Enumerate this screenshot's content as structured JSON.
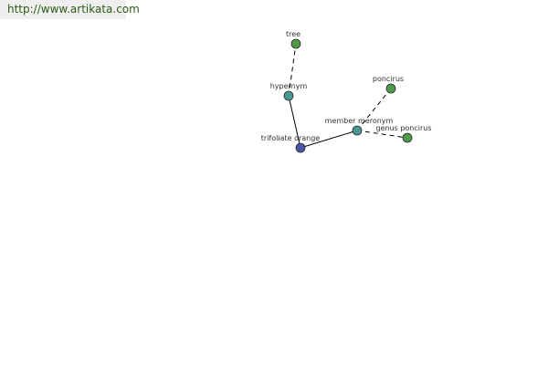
{
  "source_link": "http://www.artikata.com",
  "colors": {
    "banner_bg": "#efefef",
    "link_text": "#2c5a14",
    "root_node": "#4a55a5",
    "relation_node": "#4a9690",
    "leaf_node": "#4f9a4a",
    "node_stroke": "#2a2a2a"
  },
  "nodes": [
    {
      "id": "trifoliate-orange",
      "label": "trifoliate orange",
      "kind": "root"
    },
    {
      "id": "hypernym",
      "label": "hypernym",
      "kind": "relation"
    },
    {
      "id": "tree",
      "label": "tree",
      "kind": "leaf"
    },
    {
      "id": "member-meronym",
      "label": "member meronym",
      "kind": "relation"
    },
    {
      "id": "poncirus",
      "label": "poncirus",
      "kind": "leaf"
    },
    {
      "id": "genus-poncirus",
      "label": "genus poncirus",
      "kind": "leaf"
    }
  ],
  "edges": [
    {
      "from": "trifoliate-orange",
      "to": "hypernym",
      "style": "solid"
    },
    {
      "from": "hypernym",
      "to": "tree",
      "style": "dashed"
    },
    {
      "from": "trifoliate-orange",
      "to": "member-meronym",
      "style": "solid"
    },
    {
      "from": "member-meronym",
      "to": "poncirus",
      "style": "dashed"
    },
    {
      "from": "member-meronym",
      "to": "genus-poncirus",
      "style": "dashed"
    }
  ]
}
